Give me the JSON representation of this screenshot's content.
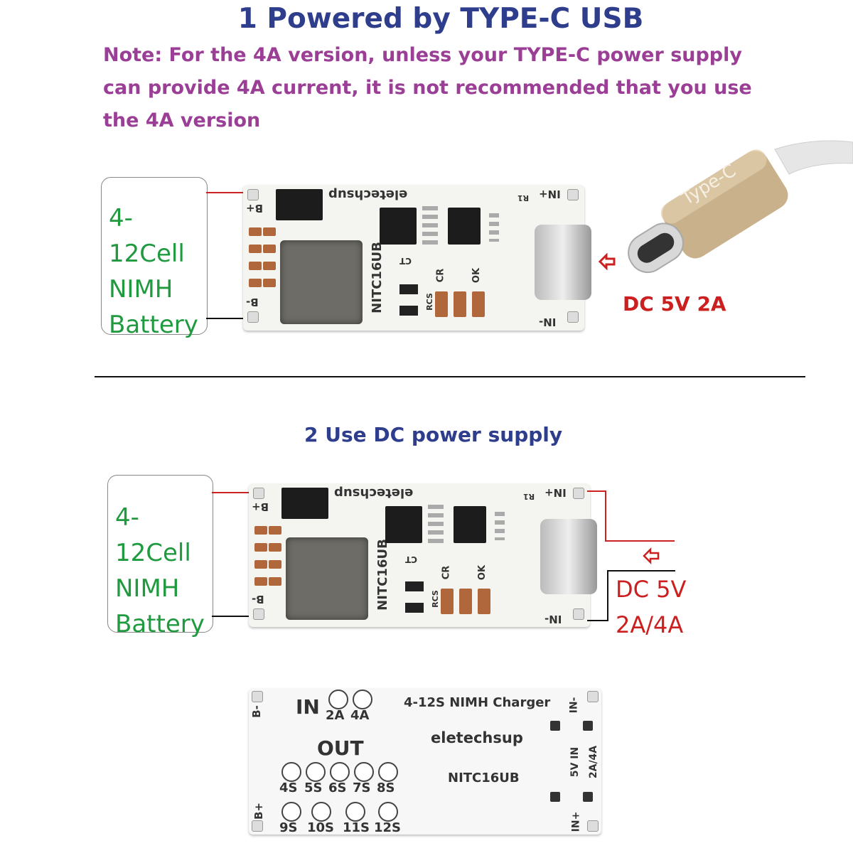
{
  "section1": {
    "title": "1 Powered by TYPE-C USB",
    "note": "Note: For the 4A version, unless your TYPE-C power supply can provide 4A current, it is not recommended that you use the 4A version",
    "battery": {
      "line1": "4-12Cell",
      "line2": "NIMH",
      "line3": "Battery"
    },
    "cable_label": "Type-C",
    "power_label": "DC 5V 2A"
  },
  "section2": {
    "title": "2 Use  DC power supply",
    "battery": {
      "line1": "4-12Cell",
      "line2": "NIMH",
      "line3": "Battery"
    },
    "power_line1": "DC 5V",
    "power_line2": "2A/4A"
  },
  "board_front": {
    "brand": "eletechsup",
    "model": "NITC16UB",
    "b_plus": "B+",
    "b_minus": "B-",
    "in_plus": "IN+",
    "in_minus": "IN-",
    "ok": "OK",
    "cr": "CR",
    "rcs": "RCS",
    "ct": "CT",
    "r1": "R1"
  },
  "board_back": {
    "b_minus": "B-",
    "b_plus": "B+",
    "in_label": "IN",
    "in_options": [
      "2A",
      "4A"
    ],
    "title": "4-12S NIMH Charger",
    "brand": "eletechsup",
    "out_label": "OUT",
    "out_row1": [
      "4S",
      "5S",
      "6S",
      "7S",
      "8S"
    ],
    "out_row2": [
      "9S",
      "10S",
      "11S",
      "12S"
    ],
    "model": "NITC16UB",
    "in_minus": "IN-",
    "in_plus": "IN+",
    "side_label_1": "5V IN",
    "side_label_2": "2A/4A"
  },
  "colors": {
    "title_blue": "#2e3d8c",
    "note_purple": "#9b3f96",
    "battery_green": "#1f9a3e",
    "power_red": "#cc2020"
  }
}
